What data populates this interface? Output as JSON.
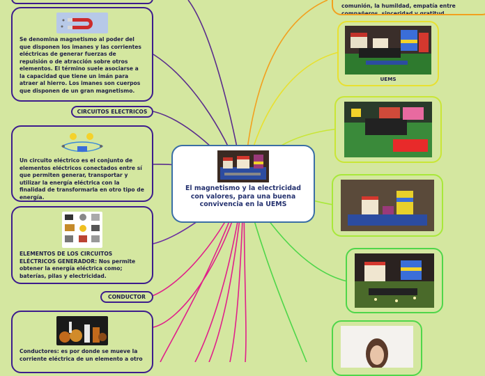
{
  "central": {
    "title": "El magnetismo y la electricidad con valores, para una buena convivencia en la UEMS"
  },
  "left": {
    "magnetismo_text": "Se denomina magnetismo al poder del que disponen los imanes y las corrientes eléctricas de generar fuerzas de repulsión o de atracción sobre otros elementos. El término suele asociarse a la capacidad que tiene un imán para atraer al hierro. Los imanes son cuerpos que disponen de un gran magnetismo.",
    "circuitos_label": "CIRCUITOS ELECTRICOS",
    "circuito_text": "Un circuito eléctrico es el conjunto de elementos eléctricos conectados entre sí que permiten generar, transportar y utilizar la energía eléctrica con la finalidad de transformarla en otro tipo de energía.",
    "elementos_text": "ELEMENTOS DE LOS CIRCUITOS ELÉCTRICOS GENERADOR: Nos permite obtener la energía eléctrica como; baterías, pilas y electricidad.",
    "conductor_label": "CONDUCTOR",
    "conductores_text": "Conductores: es por donde se mueve la corriente eléctrica de un elemento a otro"
  },
  "right": {
    "valores_text": "comunión, la humildad, empatía entre compañeros, sinceridad y gratitud.",
    "uems_caption": "UEMS"
  },
  "colors": {
    "background": "#d4e7a0",
    "left_border": "#3c1c8c",
    "center_border": "#3a6ea5",
    "branch_orange": "#f2a01e",
    "branch_yellow": "#e8e030",
    "branch_lime": "#a8e83a",
    "branch_green": "#4fd64a",
    "branch_purple": "#5a2d8c",
    "branch_magenta": "#e0208a"
  }
}
